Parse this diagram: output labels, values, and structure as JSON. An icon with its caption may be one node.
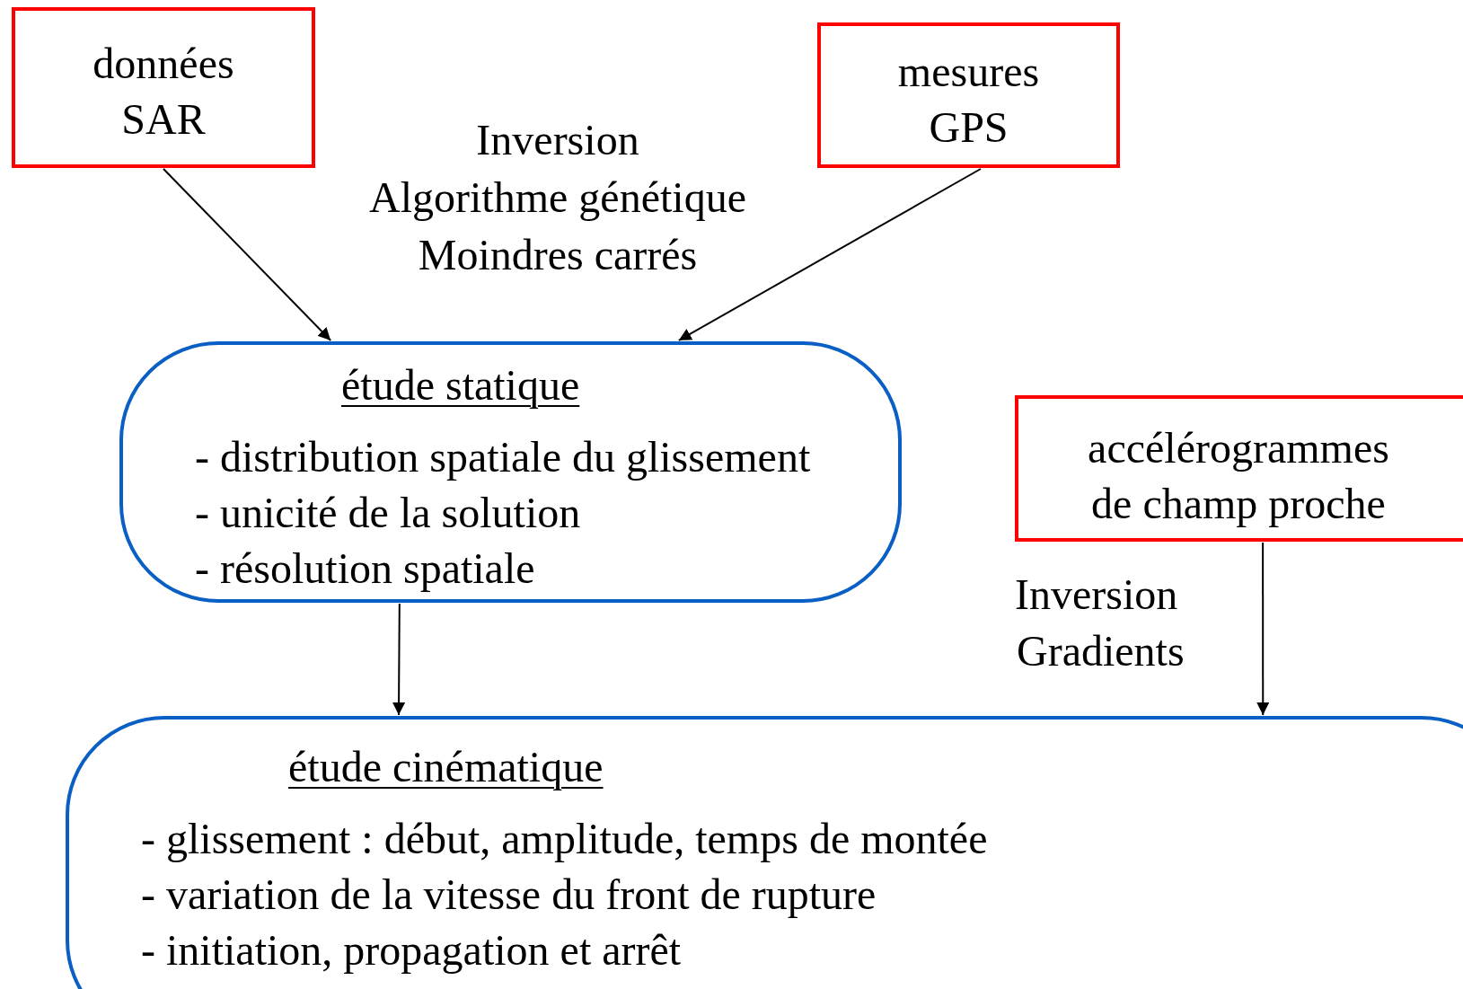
{
  "diagram": {
    "nodes": [
      {
        "text": [
          "données SAR"
        ]
      },
      {
        "text": [
          "mesures GPS"
        ]
      },
      {
        "text": [
          "étude statique",
          "- distribution spatiale du glissement",
          "- unicité de la solution",
          "- résolution spatiale"
        ]
      },
      {
        "text": [
          "accélérogrammes de champ proche"
        ]
      },
      {
        "text": [
          "étude cinématique",
          "- glissement : début, amplitude, temps de montée",
          "- variation de la vitesse du front de rupture",
          "- initiation, propagation et arrêt"
        ]
      }
    ],
    "edges": [
      {
        "from": 0,
        "to": 2,
        "arrow": "to"
      },
      {
        "from": 1,
        "to": 2,
        "arrow": "to"
      },
      {
        "from": 2,
        "to": 4,
        "arrow": "to"
      },
      {
        "from": 3,
        "to": 4,
        "arrow": "to"
      }
    ],
    "labels": [
      "Inversion",
      "Algorithme génétique",
      "Moindres carrés",
      "Inversion",
      "Gradients"
    ]
  }
}
